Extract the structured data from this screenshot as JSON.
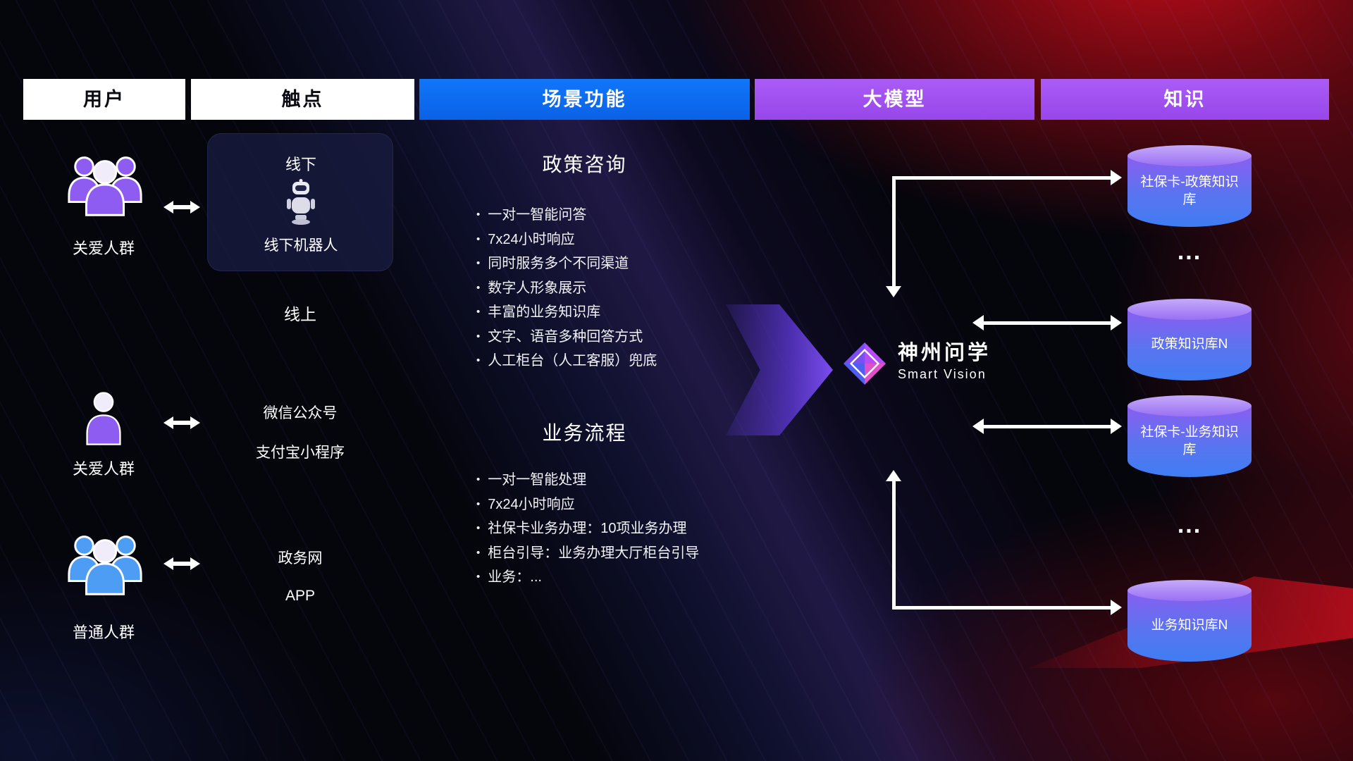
{
  "headers": [
    {
      "label": "用户"
    },
    {
      "label": "触点"
    },
    {
      "label": "场景功能"
    },
    {
      "label": "大模型"
    },
    {
      "label": "知识"
    }
  ],
  "users": [
    {
      "label": "关爱人群"
    },
    {
      "label": "关爱人群"
    },
    {
      "label": "普通人群"
    }
  ],
  "touchpoints": {
    "offline_title": "线下",
    "offline_caption": "线下机器人",
    "online_label": "线上",
    "channels": [
      "微信公众号",
      "支付宝小程序",
      "政务网",
      "APP"
    ]
  },
  "scenarios": [
    {
      "title": "政策咨询",
      "items": [
        "一对一智能问答",
        "7x24小时响应",
        "同时服务多个不同渠道",
        "数字人形象展示",
        "丰富的业务知识库",
        "文字、语音多种回答方式",
        "人工柜台（人工客服）兜底"
      ]
    },
    {
      "title": "业务流程",
      "items": [
        "一对一智能处理",
        "7x24小时响应",
        "社保卡业务办理：10项业务办理",
        "柜台引导：业务办理大厅柜台引导",
        "业务：..."
      ]
    }
  ],
  "model": {
    "name": "神州问学",
    "subtitle": "Smart Vision"
  },
  "knowledge": {
    "databases": [
      "社保卡-政策知识库",
      "政策知识库N",
      "社保卡-业务知识库",
      "业务知识库N"
    ],
    "ellipsis": "..."
  },
  "colors": {
    "header_blue": "#0a6bf0",
    "header_purple": "#a04ff2",
    "accent_purple": "#8f5cf2",
    "accent_blue": "#4d9df5",
    "db_top": "#b99df8",
    "db_bottom": "#3f7df2",
    "arrow_white": "#ffffff",
    "background_red": "#b00a18"
  }
}
